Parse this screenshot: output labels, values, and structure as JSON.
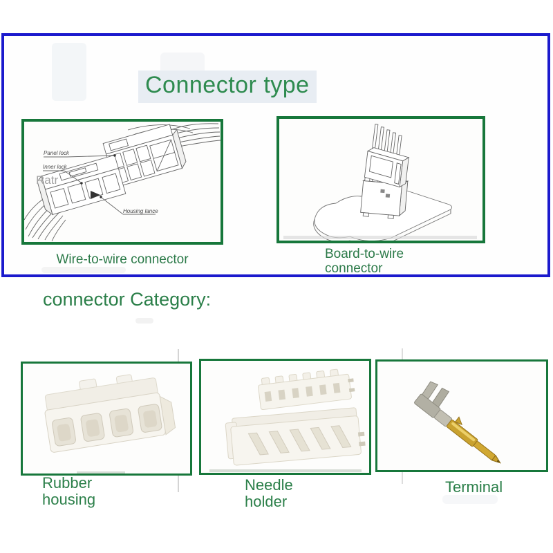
{
  "title": "Connector type",
  "connector_types": {
    "left": {
      "caption": "Wire-to-wire connector",
      "labels": {
        "panel_lock": "Panel lock",
        "inner_lock": "Inner lock",
        "ratr": "Ratr",
        "housing_lance": "Housing lance"
      }
    },
    "right": {
      "caption_line1": "Board-to-wire",
      "caption_line2": "connector"
    }
  },
  "category": {
    "heading": "connector Category:",
    "items": [
      {
        "line1": "Rubber",
        "line2": "housing"
      },
      {
        "line1": "Needle",
        "line2": "holder"
      },
      {
        "line1": "Terminal",
        "line2": ""
      }
    ]
  },
  "colors": {
    "panel_border": "#1b1acd",
    "box_border": "#17773b",
    "title_text": "#2e8b4f",
    "title_highlight": "#e8edf3",
    "caption_text": "#2b7f49",
    "divider_line": "#c6c6c6",
    "terminal_gold": "#c9a22f",
    "terminal_silver": "#b5b3a7",
    "plastic_white": "#f7f5ef"
  }
}
